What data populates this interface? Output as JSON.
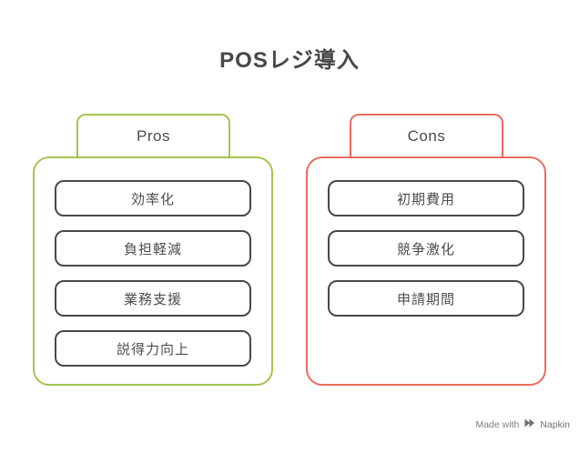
{
  "title": "POSレジ導入",
  "pros": {
    "label": "Pros",
    "accent_color": "#a2c64c",
    "items": [
      "効率化",
      "負担軽減",
      "業務支援",
      "説得力向上"
    ]
  },
  "cons": {
    "label": "Cons",
    "accent_color": "#ec6a5e",
    "items": [
      "初期費用",
      "競争激化",
      "申請期間"
    ]
  },
  "item_border_color": "#48484c",
  "text_color": "#4d4d4f",
  "watermark": {
    "made_with": "Made with",
    "brand": "Napkin",
    "icon": "napkin-logo-icon"
  }
}
